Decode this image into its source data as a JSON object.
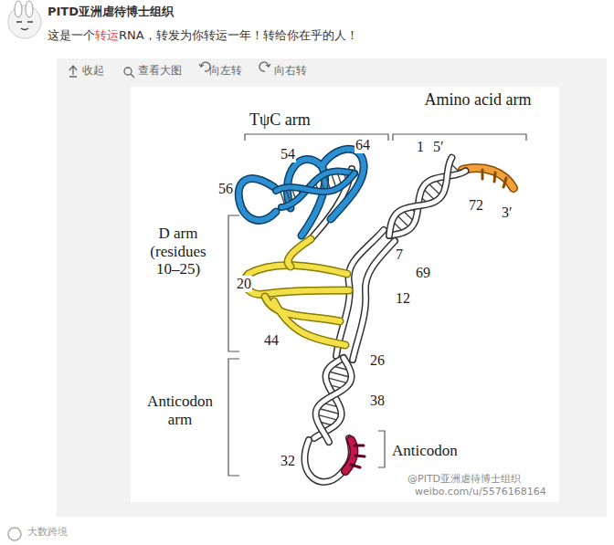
{
  "diagram": {
    "labels": [
      "PITD亚洲虐待博士组织",
      "这是一个",
      "转运",
      "RNA，转发为你转运一年！转给你在乎的人！",
      "收起",
      "查看大图",
      "向左转",
      "向右转",
      "TψC arm",
      "Amino acid arm",
      "54",
      "64",
      "1",
      "5′",
      "56",
      "72",
      "3′",
      "D arm (residues 10–25)",
      "20",
      "7",
      "69",
      "12",
      "44",
      "26",
      "38",
      "Anticodon arm",
      "32",
      "Anticodon",
      "@PITD亚洲虐待博士组织",
      "weibo.com/u/5576168164",
      "大数跨境"
    ]
  }
}
